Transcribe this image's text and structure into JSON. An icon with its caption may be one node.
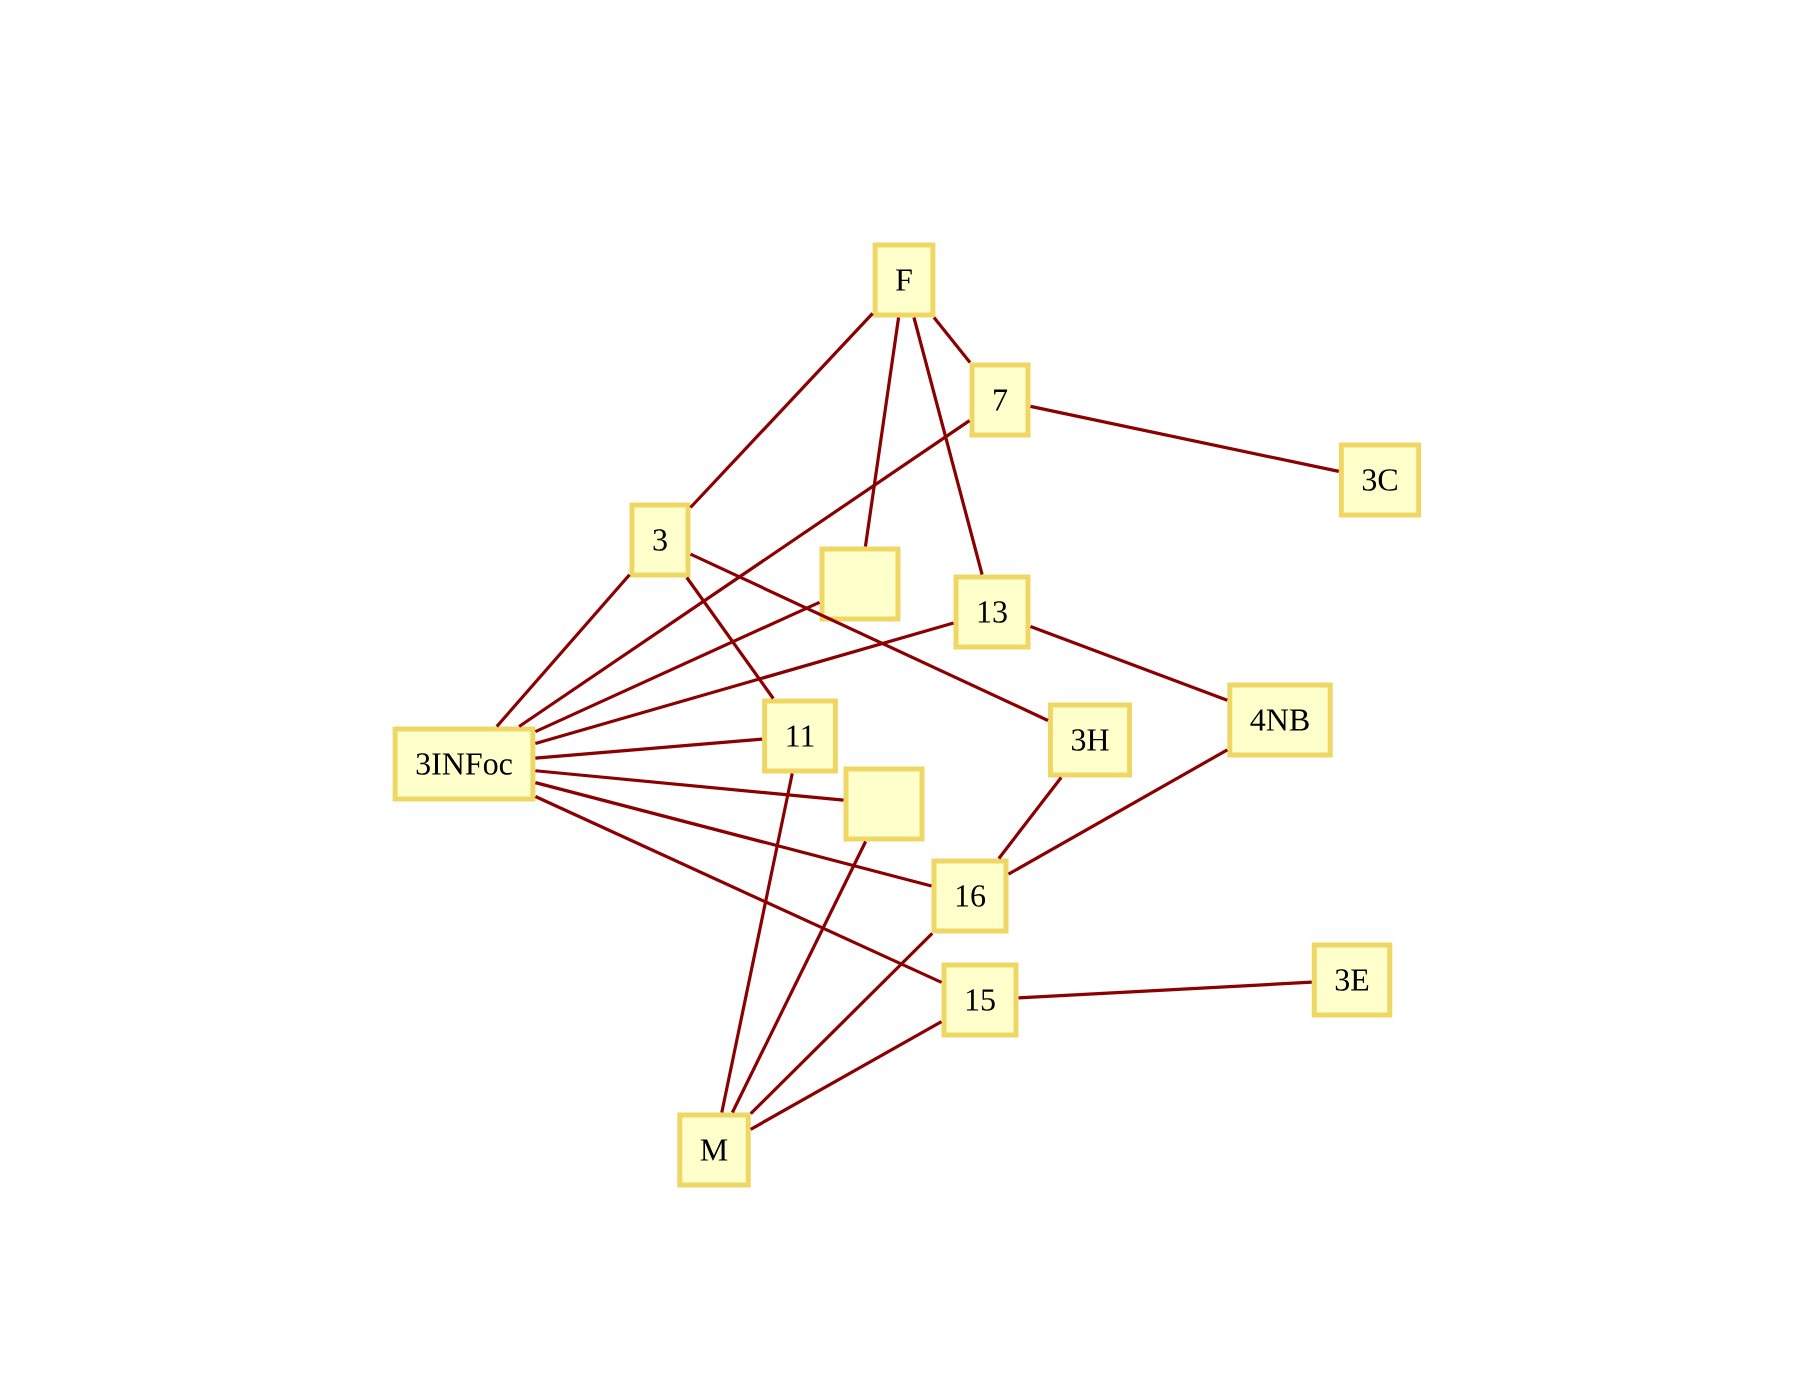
{
  "diagram": {
    "nodes": [
      {
        "text": [
          "F"
        ]
      },
      {
        "text": [
          "3C"
        ]
      },
      {
        "text": [
          "7"
        ]
      },
      {
        "text": [],
        "shape": "box"
      },
      {
        "text": [
          "13"
        ]
      },
      {
        "text": [
          "3"
        ]
      },
      {
        "text": [
          "3H"
        ]
      },
      {
        "text": [
          "4NB"
        ]
      },
      {
        "text": [
          "3INFoc"
        ]
      },
      {
        "text": [
          "11"
        ]
      },
      {
        "text": [],
        "shape": "box"
      },
      {
        "text": [
          "16"
        ]
      },
      {
        "text": [
          "15"
        ]
      },
      {
        "text": [
          "3E"
        ]
      },
      {
        "text": [
          "M"
        ]
      }
    ],
    "edges": [
      {
        "from": 0,
        "to": 2,
        "arrow": "none"
      },
      {
        "from": 0,
        "to": 3,
        "arrow": "none"
      },
      {
        "from": 0,
        "to": 4,
        "arrow": "none"
      },
      {
        "from": 0,
        "to": 5,
        "arrow": "none"
      },
      {
        "from": 2,
        "to": 1,
        "arrow": "none"
      },
      {
        "from": 8,
        "to": 5,
        "arrow": "none"
      },
      {
        "from": 8,
        "to": 3,
        "arrow": "none"
      },
      {
        "from": 8,
        "to": 4,
        "arrow": "none"
      },
      {
        "from": 8,
        "to": 2,
        "arrow": "none"
      },
      {
        "from": 5,
        "to": 6,
        "arrow": "none"
      },
      {
        "from": 4,
        "to": 7,
        "arrow": "none"
      },
      {
        "from": 5,
        "to": 9,
        "arrow": "none"
      },
      {
        "from": 8,
        "to": 9,
        "arrow": "none"
      },
      {
        "from": 8,
        "to": 10,
        "arrow": "none"
      },
      {
        "from": 8,
        "to": 11,
        "arrow": "none"
      },
      {
        "from": 8,
        "to": 12,
        "arrow": "none"
      },
      {
        "from": 11,
        "to": 6,
        "arrow": "none"
      },
      {
        "from": 11,
        "to": 7,
        "arrow": "none"
      },
      {
        "from": 12,
        "to": 13,
        "arrow": "none"
      },
      {
        "from": 14,
        "to": 9,
        "arrow": "none"
      },
      {
        "from": 14,
        "to": 10,
        "arrow": "none"
      },
      {
        "from": 14,
        "to": 11,
        "arrow": "none"
      },
      {
        "from": 14,
        "to": 12,
        "arrow": "none"
      }
    ]
  }
}
